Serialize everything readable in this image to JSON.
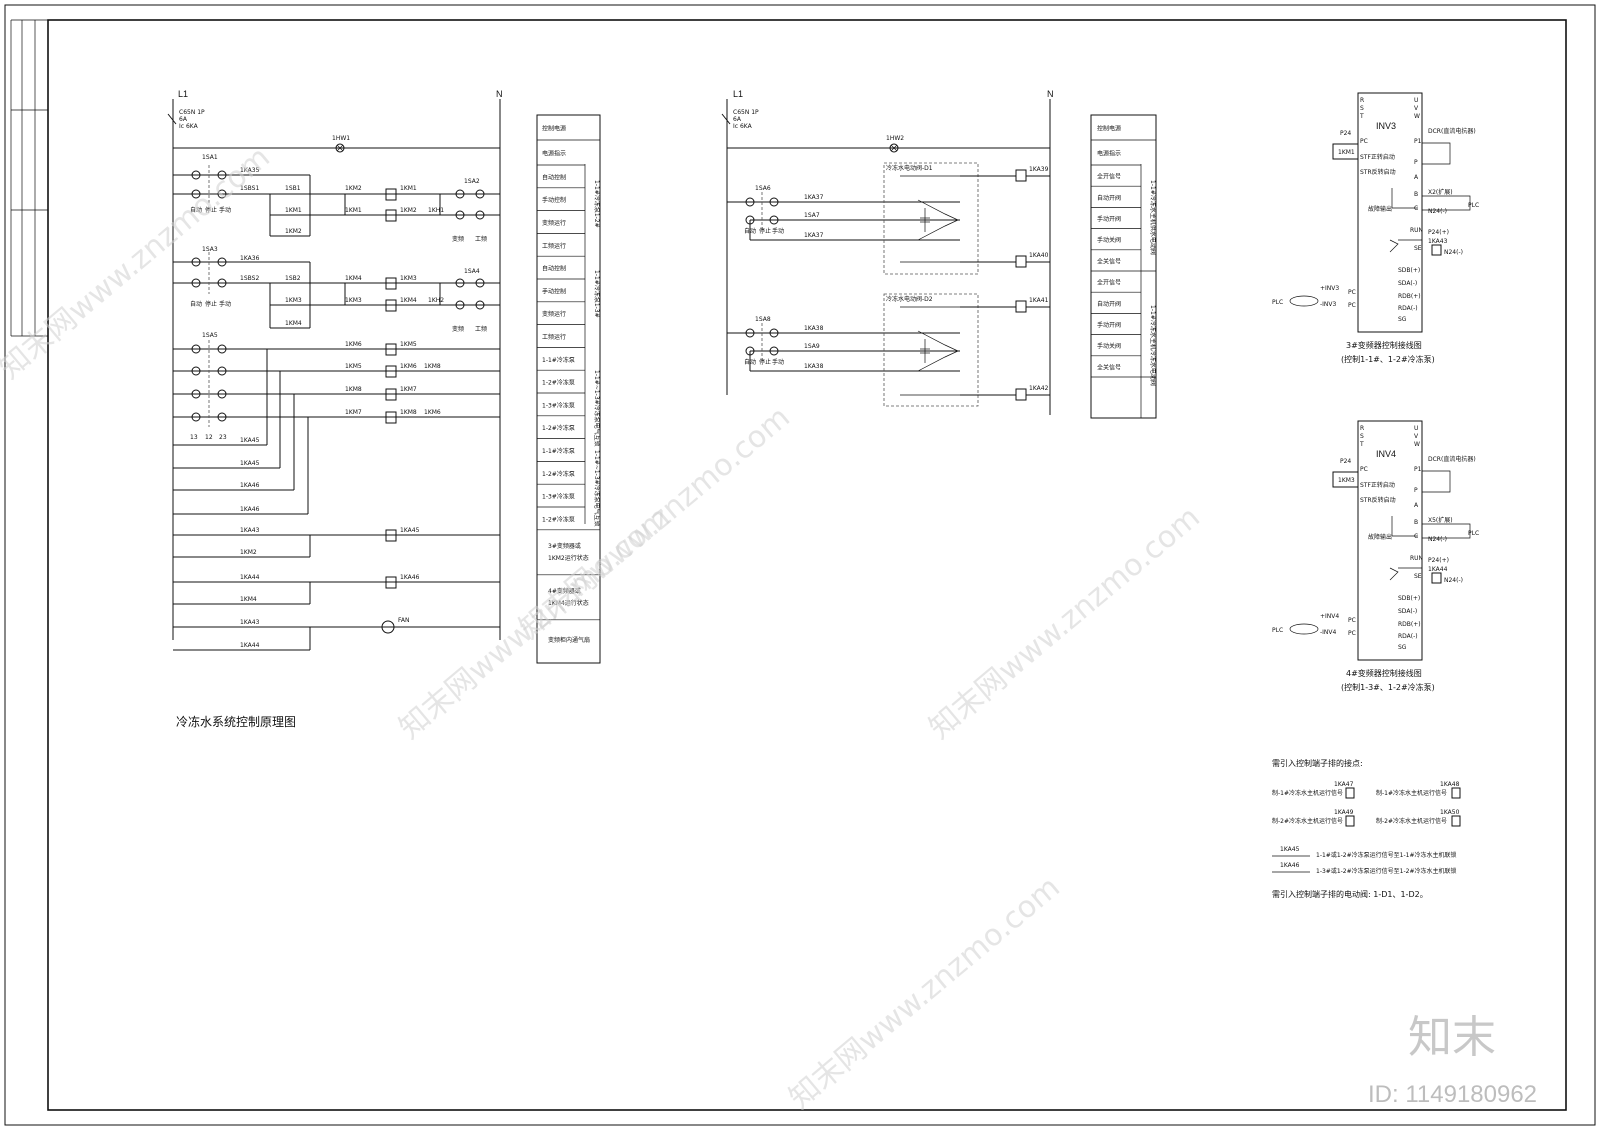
{
  "watermark": {
    "text": "知末网www.znzmo.com",
    "logo": "知末",
    "id": "ID: 1149180962"
  },
  "left_circuit": {
    "supply": {
      "l1": "L1",
      "n": "N",
      "breaker": "C65N 1P",
      "rating": "6A",
      "ic": "Ic 6KA"
    },
    "lamp": "1HW1",
    "selectors": [
      "1SA1",
      "1SA3",
      "1SA5",
      "1SA2",
      "1SA4"
    ],
    "selector_pos": [
      "自动",
      "停止",
      "手动"
    ],
    "pos_right": [
      "变频",
      "工频"
    ],
    "labels": {
      "ka35": "1KA35",
      "ka36": "1KA36",
      "sbs1": "1SBS1",
      "sbs2": "1SBS2",
      "sb1": "1SB1",
      "sb2": "1SB2",
      "km1": "1KM1",
      "km2": "1KM2",
      "km3": "1KM3",
      "km4": "1KM4",
      "km5": "1KM5",
      "km6": "1KM6",
      "km7": "1KM7",
      "km8": "1KM8",
      "kh1": "1KH1",
      "kh2": "1KH2",
      "ka43": "1KA43",
      "ka44": "1KA44",
      "ka45": "1KA45",
      "ka46": "1KA46",
      "fan": "FAN",
      "n13": "13",
      "n12": "12",
      "n23": "23"
    },
    "title": "冷冻水系统控制原理图"
  },
  "left_table": {
    "rows": [
      "控制电源",
      "电源指示",
      "自动控制",
      "手动控制",
      "变频运行",
      "工频运行",
      "自动控制",
      "手动控制",
      "变频运行",
      "工频运行",
      "1-1#冷冻泵",
      "1-2#冷冻泵",
      "1-3#冷冻泵",
      "1-2#冷冻泵",
      "1-1#冷冻泵",
      "1-2#冷冻泵",
      "1-3#冷冻泵",
      "1-2#冷冻泵"
    ],
    "side": [
      "1-1#冷冻泵1-2#",
      "1-1#冷冻泵1-3#",
      "1-1#~1-3#冷冻泵电气互锁",
      "1-1#~1-3#冷冻泵电气互锁"
    ],
    "bottom": [
      "3#变频器或",
      "1KM2运行状态",
      "4#变频器或",
      "1KM4运行状态",
      "变频柜内通气扇"
    ]
  },
  "mid_circuit": {
    "supply": {
      "l1": "L1",
      "n": "N",
      "breaker": "C65N 1P",
      "rating": "6A",
      "ic": "Ic 6KA"
    },
    "lamp": "1HW2",
    "selectors": [
      "1SA6",
      "1SA8"
    ],
    "labels": {
      "ka37": "1KA37",
      "sa7": "1SA7",
      "ka38": "1KA38",
      "sa9": "1SA9",
      "d1": "冷冻水电动阀-D1",
      "d2": "冷冻水电动阀-D2",
      "ka39": "1KA39",
      "ka40": "1KA40",
      "ka41": "1KA41",
      "ka42": "1KA42"
    },
    "table": [
      "控制电源",
      "电源指示",
      "全开信号",
      "自动开阀",
      "手动开阀",
      "手动关阀",
      "全关信号",
      "全开信号",
      "自动开阀",
      "手动开阀",
      "手动关阀",
      "全关信号"
    ],
    "table_side": [
      "1-1#冷冻水主机供水电动阀",
      "1-1#冷冻水主机冷冻水电动阀"
    ]
  },
  "inv3": {
    "name": "INV3",
    "top": [
      "R",
      "S",
      "T"
    ],
    "uvw": [
      "U",
      "V",
      "W"
    ],
    "left": [
      "P24",
      "PC",
      "1KM1",
      "STF正转启动",
      "STR反转启动",
      "PC",
      "PC"
    ],
    "right": [
      "P1",
      "P",
      "A",
      "B",
      "C",
      "RUN",
      "SE",
      "SDB(+)",
      "SDA(-)",
      "RDB(+)",
      "RDA(-)",
      "SG"
    ],
    "dcr": "DCR(直流电抗器)",
    "x": "X2(扩展)",
    "n24": "N24(-)",
    "p24": "P24(+)",
    "ka": "1KA43",
    "fault": "故障输出",
    "plc": "PLC",
    "inv_p": "+INV3",
    "inv_n": "-INV3",
    "caption": "3#变频器控制接线图",
    "sub": "(控制1-1#、1-2#冷冻泵)"
  },
  "inv4": {
    "name": "INV4",
    "top": [
      "R",
      "S",
      "T"
    ],
    "uvw": [
      "U",
      "V",
      "W"
    ],
    "left": [
      "P24",
      "PC",
      "1KM3",
      "STF正转启动",
      "STR反转启动",
      "PC",
      "PC"
    ],
    "right": [
      "P1",
      "P",
      "A",
      "B",
      "C",
      "RUN",
      "SE",
      "SDB(+)",
      "SDA(-)",
      "RDB(+)",
      "RDA(-)",
      "SG"
    ],
    "dcr": "DCR(直流电抗器)",
    "x": "X5(扩展)",
    "n24": "N24(-)",
    "p24": "P24(+)",
    "ka": "1KA44",
    "fault": "故障输出",
    "plc": "PLC",
    "inv_p": "+INV4",
    "inv_n": "-INV4",
    "caption": "4#变频器控制接线图",
    "sub": "(控制1-3#、1-2#冷冻泵)"
  },
  "notes": {
    "heading": "需引入控制端子排的接点:",
    "items": [
      {
        "ka": "1KA47",
        "text": "制-1#冷冻水主机运行信号"
      },
      {
        "ka": "1KA48",
        "text": "制-1#冷冻水主机运行信号"
      },
      {
        "ka": "1KA49",
        "text": "制-2#冷冻水主机运行信号"
      },
      {
        "ka": "1KA50",
        "text": "制-2#冷冻水主机运行信号"
      }
    ],
    "contacts": [
      {
        "ka": "1KA45",
        "text": "1-1#或1-2#冷冻泵运行信号至1-1#冷冻水主机联锁"
      },
      {
        "ka": "1KA46",
        "text": "1-3#或1-2#冷冻泵运行信号至1-2#冷冻水主机联锁"
      }
    ],
    "valves": "需引入控制端子排的电动阀: 1-D1、1-D2。"
  }
}
